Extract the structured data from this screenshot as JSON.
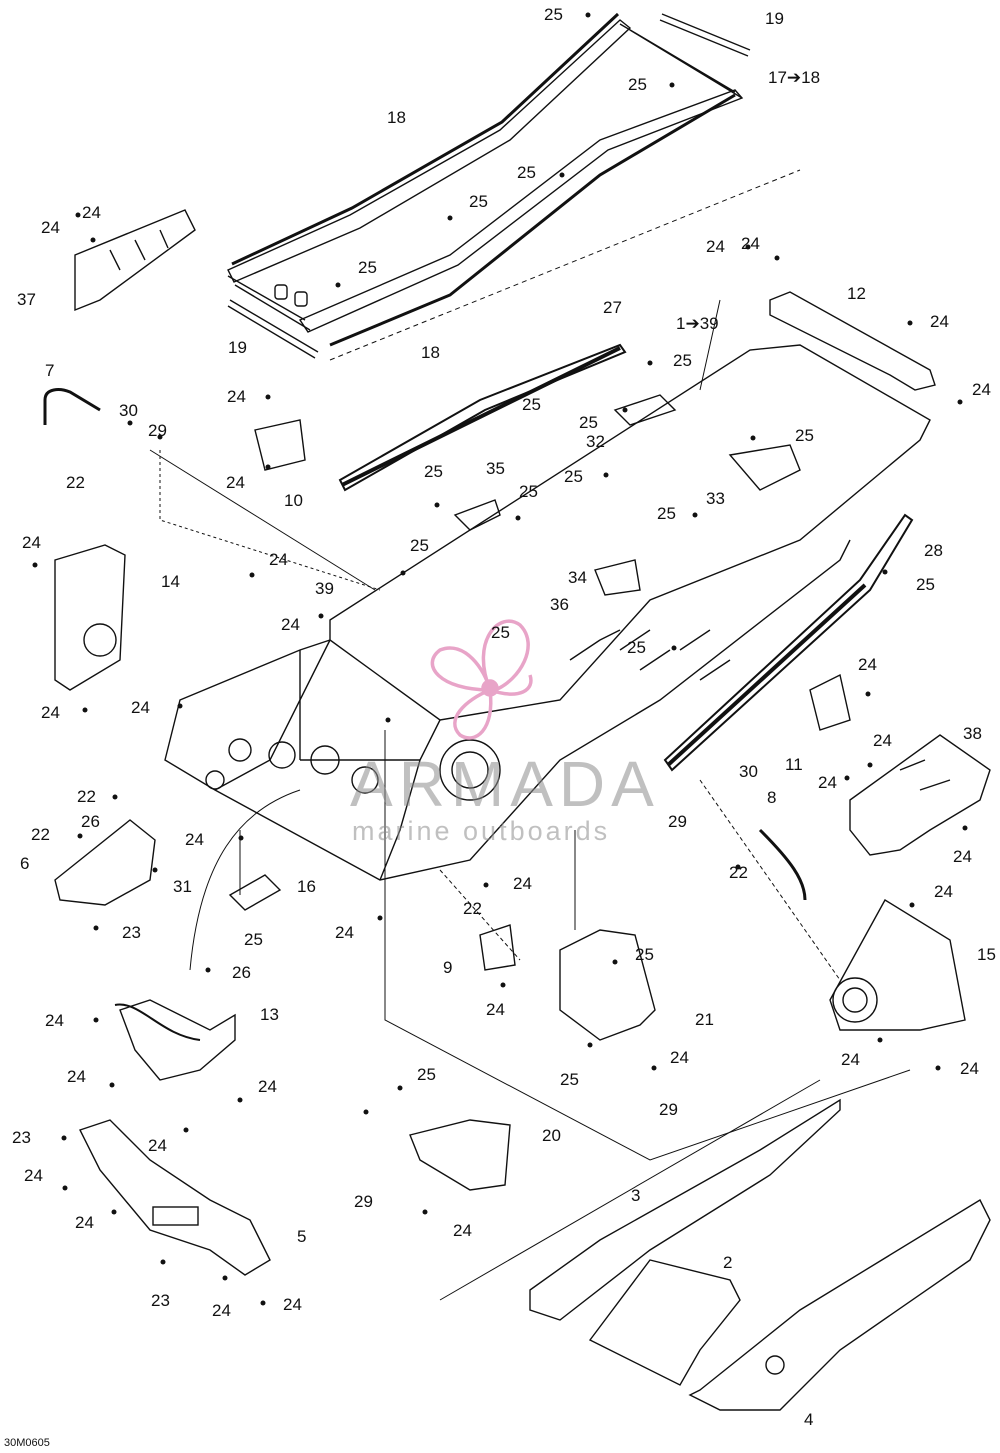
{
  "diagram": {
    "reference_code": "30M0605",
    "accent_color": "#e8a4c8",
    "line_color": "#111111",
    "labels": {
      "p1_39": "1➔39",
      "p2": "2",
      "p3": "3",
      "p4": "4",
      "p5": "5",
      "p6": "6",
      "p7": "7",
      "p8": "8",
      "p9": "9",
      "p10": "10",
      "p11": "11",
      "p12": "12",
      "p13": "13",
      "p14": "14",
      "p15": "15",
      "p16": "16",
      "p17_18": "17➔18",
      "p18": "18",
      "p19": "19",
      "p20": "20",
      "p21": "21",
      "p22": "22",
      "p23": "23",
      "p24": "24",
      "p25": "25",
      "p26": "26",
      "p27": "27",
      "p28": "28",
      "p29": "29",
      "p30": "30",
      "p31": "31",
      "p32": "32",
      "p33": "33",
      "p34": "34",
      "p35": "35",
      "p36": "36",
      "p37": "37",
      "p38": "38",
      "p39": "39"
    }
  },
  "watermark": {
    "brand": "ARMADA",
    "tagline": "marine outboards"
  }
}
